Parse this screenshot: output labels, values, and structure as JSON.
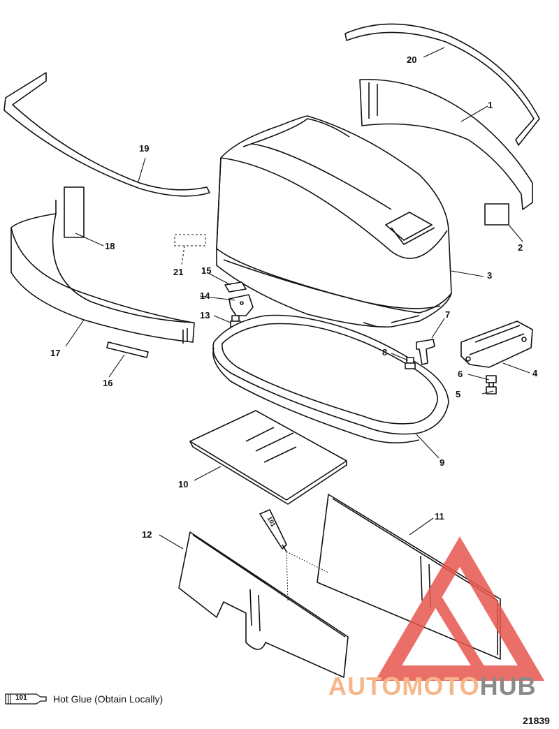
{
  "diagram": {
    "callouts": [
      "1",
      "2",
      "3",
      "4",
      "5",
      "6",
      "7",
      "8",
      "9",
      "10",
      "11",
      "12",
      "13",
      "14",
      "15",
      "16",
      "17",
      "18",
      "19",
      "20",
      "21"
    ],
    "legend": {
      "code": "101",
      "text": "Hot Glue (Obtain Locally)"
    },
    "drawing_number": "21839",
    "watermark": {
      "part1": "AUTOMOTO",
      "part2": "HUB"
    },
    "colors": {
      "line": "#111111",
      "watermark_red": "#e8564f",
      "watermark_gray": "#8a8a8a"
    }
  }
}
